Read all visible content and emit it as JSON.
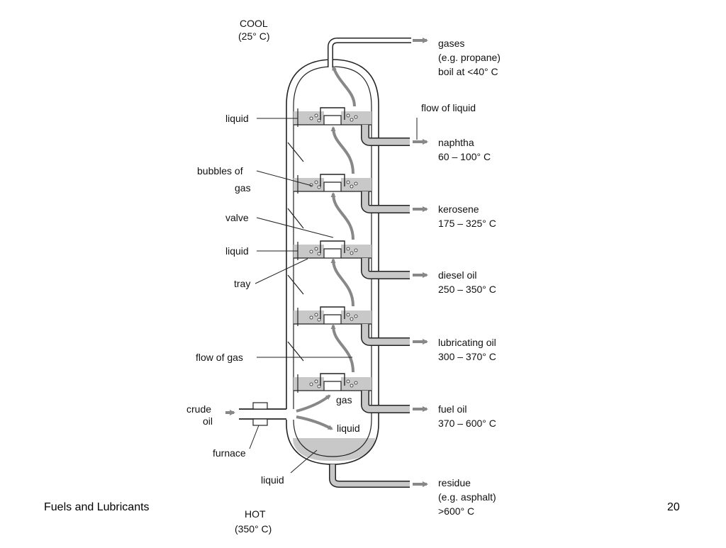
{
  "labels": {
    "cool": "COOL",
    "cool_temp": "(25° C)",
    "hot": "HOT",
    "hot_temp": "(350° C)",
    "liquid": "liquid",
    "bubbles_1": "bubbles of",
    "bubbles_2": "gas",
    "valve": "valve",
    "tray": "tray",
    "flow_of_gas": "flow of gas",
    "flow_of_liquid": "flow of liquid",
    "crude_1": "crude",
    "crude_2": "oil",
    "furnace": "furnace",
    "gas": "gas"
  },
  "products": [
    {
      "name": "gases",
      "sub": "(e.g. propane)",
      "temp": "boil at <40° C"
    },
    {
      "name": "naphtha",
      "temp": "60 – 100° C"
    },
    {
      "name": "kerosene",
      "temp": "175 – 325° C"
    },
    {
      "name": "diesel oil",
      "temp": "250 – 350° C"
    },
    {
      "name": "lubricating oil",
      "temp": "300 – 370° C"
    },
    {
      "name": "fuel oil",
      "temp": "370 – 600° C"
    },
    {
      "name": "residue",
      "sub": "(e.g. asphalt)",
      "temp": ">600° C"
    }
  ],
  "footer": {
    "left": "Fuels and Lubricants",
    "page": "20"
  },
  "colors": {
    "liquid": "#c8c8c8",
    "arrow": "#888888",
    "line": "#222222"
  }
}
